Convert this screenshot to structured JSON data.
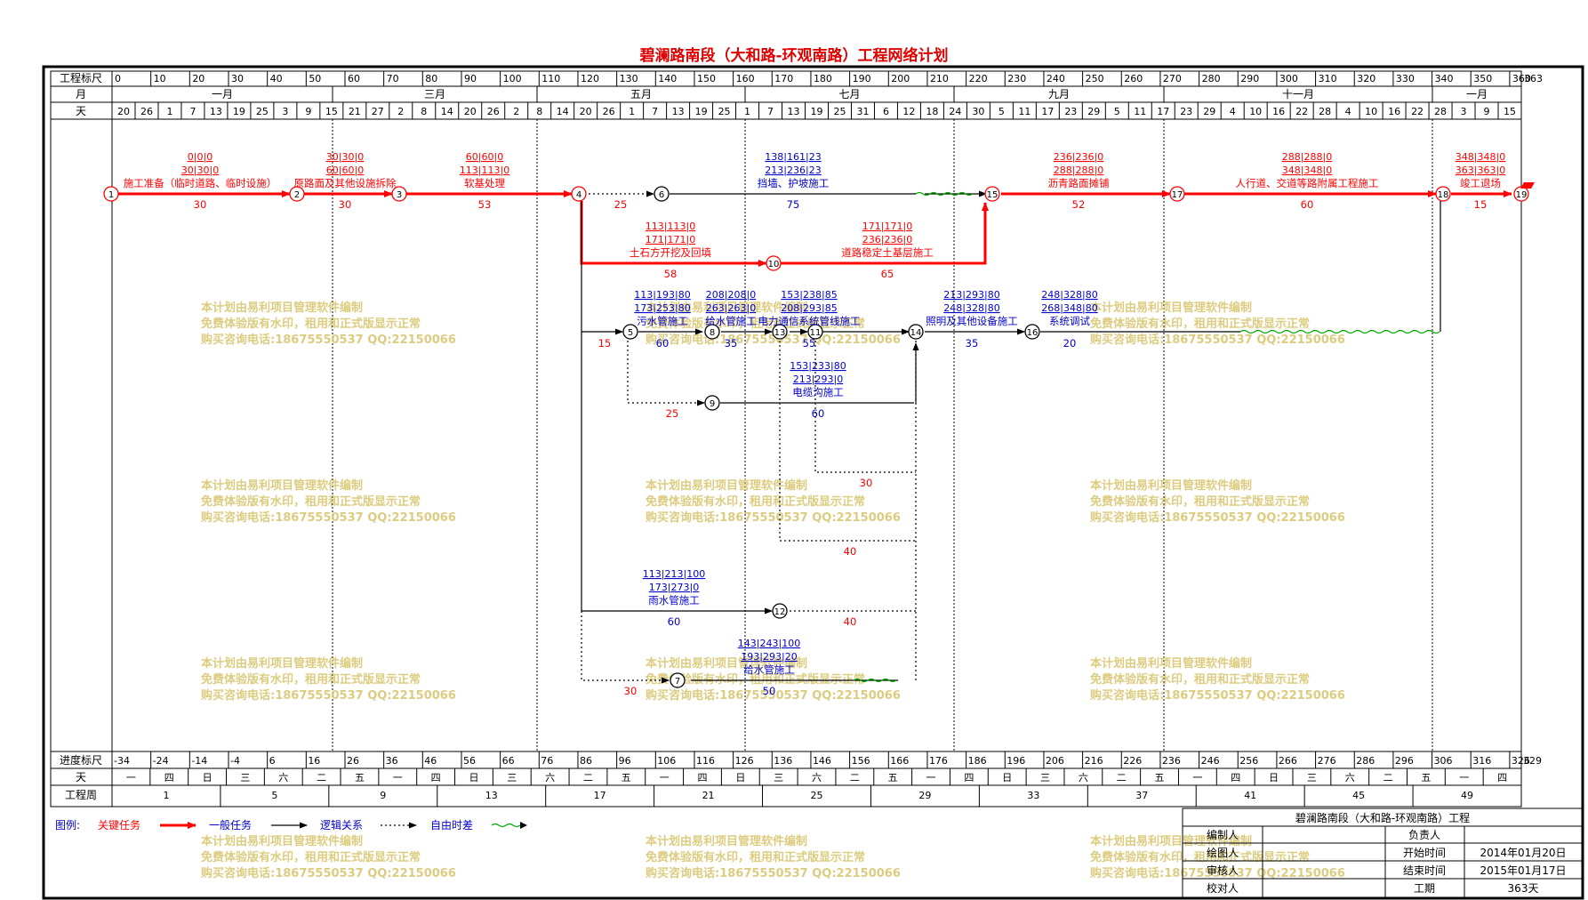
{
  "title": "碧澜路南段（大和路-环观南路）工程网络计划",
  "colors": {
    "critical": "#ff0000",
    "normal": "#000000",
    "logic": "#000000",
    "float": "#00aa00",
    "blue": "#0000cc",
    "watermark": "#d6c36a"
  },
  "header": {
    "scale_label": "工程标尺",
    "month_label": "月",
    "day_label": "天",
    "scale_ticks": [
      "0",
      "10",
      "20",
      "30",
      "40",
      "50",
      "60",
      "70",
      "80",
      "90",
      "100",
      "110",
      "120",
      "130",
      "140",
      "150",
      "160",
      "170",
      "180",
      "190",
      "200",
      "210",
      "220",
      "230",
      "240",
      "250",
      "260",
      "270",
      "280",
      "290",
      "300",
      "310",
      "320",
      "330",
      "340",
      "350",
      "360",
      "363"
    ],
    "months": [
      "一月",
      "三月",
      "五月",
      "七月",
      "九月",
      "十一月",
      "一月"
    ],
    "days": [
      "20",
      "26",
      "1",
      "7",
      "13",
      "19",
      "25",
      "3",
      "9",
      "15",
      "21",
      "27",
      "2",
      "8",
      "14",
      "20",
      "26",
      "2",
      "8",
      "14",
      "20",
      "26",
      "1",
      "7",
      "13",
      "19",
      "25",
      "1",
      "7",
      "13",
      "19",
      "25",
      "31",
      "6",
      "12",
      "18",
      "24",
      "30",
      "5",
      "11",
      "17",
      "23",
      "29",
      "5",
      "11",
      "17",
      "23",
      "29",
      "4",
      "10",
      "16",
      "22",
      "28",
      "4",
      "10",
      "16",
      "22",
      "28",
      "3",
      "9",
      "15"
    ]
  },
  "footer": {
    "progress_label": "进度标尺",
    "day_label": "天",
    "week_label": "工程周",
    "progress_ticks": [
      "-34",
      "-24",
      "-14",
      "-4",
      "6",
      "16",
      "26",
      "36",
      "46",
      "56",
      "66",
      "76",
      "86",
      "96",
      "106",
      "116",
      "126",
      "136",
      "146",
      "156",
      "166",
      "176",
      "186",
      "196",
      "206",
      "216",
      "226",
      "236",
      "246",
      "256",
      "266",
      "276",
      "286",
      "296",
      "306",
      "316",
      "326",
      "329"
    ],
    "weekdays": [
      "一",
      "四",
      "日",
      "三",
      "六",
      "二",
      "五",
      "一",
      "四",
      "日",
      "三",
      "六",
      "二",
      "五",
      "一",
      "四",
      "日",
      "三",
      "六",
      "二",
      "五",
      "一",
      "四",
      "日",
      "三",
      "六",
      "二",
      "五",
      "一",
      "四",
      "日",
      "三",
      "六",
      "二",
      "五",
      "一",
      "四"
    ],
    "weeks": [
      "1",
      "5",
      "9",
      "13",
      "17",
      "21",
      "25",
      "29",
      "33",
      "37",
      "41",
      "45",
      "49"
    ]
  },
  "legend": {
    "label": "图例:",
    "critical": "关键任务",
    "normal": "一般任务",
    "logic": "逻辑关系",
    "float": "自由时差"
  },
  "info": {
    "project": "碧澜路南段（大和路-环观南路）工程",
    "compiler": "编制人",
    "owner": "负责人",
    "drawer": "绘图人",
    "start_label": "开始时间",
    "start": "2014年01月20日",
    "reviewer": "审核人",
    "end_label": "结束时间",
    "end": "2015年01月17日",
    "checker": "校对人",
    "duration_label": "工期",
    "duration": "363天"
  },
  "watermark": [
    "本计划由易利项目管理软件编制",
    "免费体验版有水印，租用和正式版显示正常",
    "购买咨询电话:18675550537 QQ:22150066"
  ],
  "tasks": {
    "t1": {
      "name": "施工准备（临时道路、临时设施）",
      "d": "30",
      "a": "0|0|0",
      "b": "30|30|0"
    },
    "t2": {
      "name": "原路面及其他设施拆除",
      "d": "30",
      "a": "30|30|0",
      "b": "60|60|0"
    },
    "t3": {
      "name": "软基处理",
      "d": "53",
      "a": "60|60|0",
      "b": "113|113|0"
    },
    "t4": {
      "name": "挡墙、护坡施工",
      "d": "75",
      "a": "138|161|23",
      "b": "213|236|23"
    },
    "t5": {
      "name": "土石方开挖及回填",
      "d": "58",
      "a": "113|113|0",
      "b": "171|171|0"
    },
    "t6": {
      "name": "道路稳定土基层施工",
      "d": "65",
      "a": "171|171|0",
      "b": "236|236|0"
    },
    "t7": {
      "name": "沥青路面摊铺",
      "d": "52",
      "a": "236|236|0",
      "b": "288|288|0"
    },
    "t8": {
      "name": "人行道、交道等路附属工程施工",
      "d": "60",
      "a": "288|288|0",
      "b": "348|348|0"
    },
    "t9": {
      "name": "竣工退场",
      "d": "15",
      "a": "348|348|0",
      "b": "363|363|0"
    },
    "t10": {
      "name": "污水管施工",
      "d": "60",
      "a": "113|193|80",
      "b": "173|253|80"
    },
    "t11": {
      "name": "给水管施工",
      "d": "35",
      "a": "208|208|0",
      "b": "263|263|0"
    },
    "t12": {
      "name": "电力通信系统管线施工",
      "d": "55",
      "a": "153|238|85",
      "b": "208|293|85"
    },
    "t13": {
      "name": "照明及其他设备施工",
      "d": "35",
      "a": "213|293|80",
      "b": "248|328|80"
    },
    "t14": {
      "name": "系统调试",
      "d": "20",
      "a": "248|328|80",
      "b": "268|348|80"
    },
    "t15": {
      "name": "电缆沟施工",
      "d": "60",
      "a": "153|233|80",
      "b": "213|293|0"
    },
    "t16": {
      "name": "雨水管施工",
      "d": "60",
      "a": "113|213|100",
      "b": "173|273|0"
    },
    "t17": {
      "name": "给水管施工",
      "d": "50",
      "a": "143|243|100",
      "b": "193|293|20"
    },
    "f1": "25",
    "f2": "15",
    "f3": "25",
    "f4": "30",
    "f5": "40",
    "f6": "40",
    "f7": "30"
  }
}
